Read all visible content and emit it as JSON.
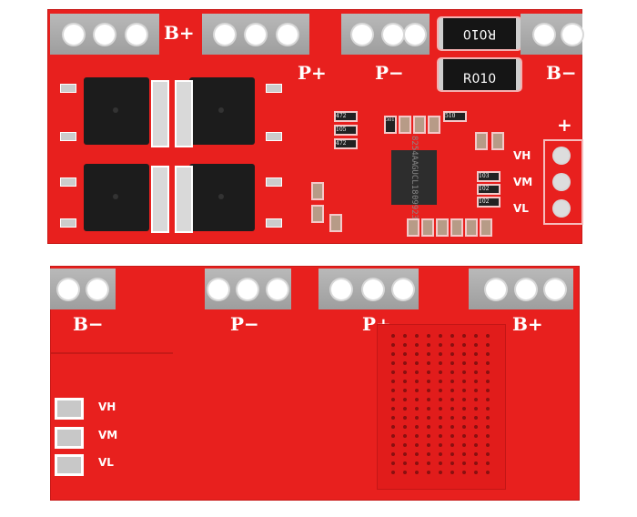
{
  "top_board": {
    "labels": {
      "b_plus": "B+",
      "p_plus": "P+",
      "p_minus": "P−",
      "b_minus": "B−",
      "plus": "+",
      "vh": "VH",
      "vm": "VM",
      "vl": "VL"
    },
    "shunt_resistors": [
      "R010",
      "R010"
    ],
    "chip_marking": [
      "8254AA",
      "GUCL18",
      "09923"
    ],
    "smd_codes": [
      "472",
      "105",
      "472",
      "301",
      "510",
      "103",
      "102",
      "102"
    ]
  },
  "bottom_board": {
    "labels": {
      "b_minus": "B−",
      "p_minus": "P−",
      "p_plus": "P+",
      "b_plus": "B+",
      "vh": "VH",
      "vm": "VM",
      "vl": "VL"
    }
  }
}
